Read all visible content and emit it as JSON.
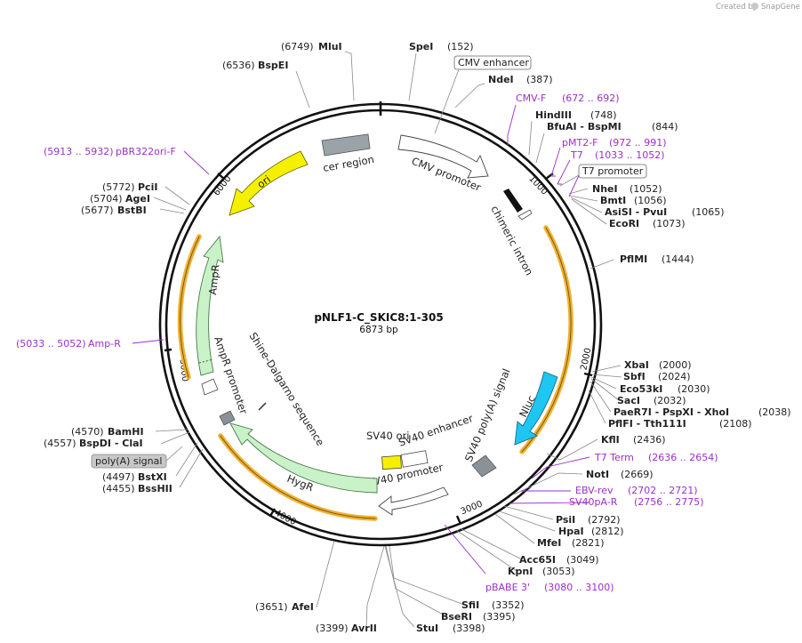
{
  "plasmid": {
    "name": "pNLF1-C_SKIC8:1-305",
    "size_label": "6873 bp",
    "total_bp": 6873
  },
  "credit": {
    "prefix": "Created by",
    "brand": "SnapGene"
  },
  "ticks": [
    "1000",
    "2000",
    "3000",
    "4000",
    "5000",
    "6000"
  ],
  "features": [
    {
      "name": "cer region",
      "type": "box",
      "color": "#9aa3a8"
    },
    {
      "name": "CMV promoter",
      "type": "arrow",
      "color": "#ffffff"
    },
    {
      "name": "chimeric intron",
      "type": "box",
      "color": "#111111"
    },
    {
      "name": "Nluc",
      "type": "arrow",
      "color": "#1ec6f2"
    },
    {
      "name": "SV40 poly(A) signal",
      "type": "box",
      "color": "#8a9298"
    },
    {
      "name": "SV40 ori",
      "type": "box",
      "color": "#f5f000"
    },
    {
      "name": "SV40 enhancer",
      "type": "box",
      "color": "#ffffff"
    },
    {
      "name": "SV40 promoter",
      "type": "arrow",
      "color": "#ffffff"
    },
    {
      "name": "HygR",
      "type": "arrow",
      "color": "#c9f2c9"
    },
    {
      "name": "Shine-Dalgarno sequence",
      "type": "mark",
      "color": "#444444"
    },
    {
      "name": "AmpR promoter",
      "type": "arrow",
      "color": "#ffffff"
    },
    {
      "name": "AmpR",
      "type": "arrow",
      "color": "#c9f2c9"
    },
    {
      "name": "ori",
      "type": "arrow",
      "color": "#f5f000"
    }
  ],
  "sites": [
    {
      "name": "MluI",
      "pos": "(6749)"
    },
    {
      "name": "SpeI",
      "pos": "(152)"
    },
    {
      "name": "BspEI",
      "pos": "(6536)"
    },
    {
      "name": "NdeI",
      "pos": "(387)"
    },
    {
      "name": "HindIII",
      "pos": "(748)"
    },
    {
      "name": "BfuAI - BspMI",
      "pos": "(844)"
    },
    {
      "name": "NheI",
      "pos": "(1052)"
    },
    {
      "name": "BmtI",
      "pos": "(1056)"
    },
    {
      "name": "AsiSI - PvuI",
      "pos": "(1065)"
    },
    {
      "name": "EcoRI",
      "pos": "(1073)"
    },
    {
      "name": "PflMI",
      "pos": "(1444)"
    },
    {
      "name": "XbaI",
      "pos": "(2000)"
    },
    {
      "name": "SbfI",
      "pos": "(2024)"
    },
    {
      "name": "Eco53kI",
      "pos": "(2030)"
    },
    {
      "name": "SacI",
      "pos": "(2032)"
    },
    {
      "name": "PaeR7I - PspXI - XhoI",
      "pos": "(2038)"
    },
    {
      "name": "PflFI - Tth111I",
      "pos": "(2108)"
    },
    {
      "name": "KflI",
      "pos": "(2436)"
    },
    {
      "name": "NotI",
      "pos": "(2669)"
    },
    {
      "name": "PsiI",
      "pos": "(2792)"
    },
    {
      "name": "HpaI",
      "pos": "(2812)"
    },
    {
      "name": "MfeI",
      "pos": "(2821)"
    },
    {
      "name": "Acc65I",
      "pos": "(3049)"
    },
    {
      "name": "KpnI",
      "pos": "(3053)"
    },
    {
      "name": "SfiI",
      "pos": "(3352)"
    },
    {
      "name": "BseRI",
      "pos": "(3395)"
    },
    {
      "name": "StuI",
      "pos": "(3398)"
    },
    {
      "name": "AvrII",
      "pos": "(3399)"
    },
    {
      "name": "AfeI",
      "pos": "(3651)"
    },
    {
      "name": "BssHII",
      "pos": "(4455)"
    },
    {
      "name": "BstXI",
      "pos": "(4497)"
    },
    {
      "name": "BspDI - ClaI",
      "pos": "(4557)"
    },
    {
      "name": "BamHI",
      "pos": "(4570)"
    },
    {
      "name": "BstBI",
      "pos": "(5677)"
    },
    {
      "name": "AgeI",
      "pos": "(5704)"
    },
    {
      "name": "PciI",
      "pos": "(5772)"
    }
  ],
  "primers": [
    {
      "name": "CMV-F",
      "range": "(672 .. 692)"
    },
    {
      "name": "pMT2-F",
      "range": "(972 .. 991)"
    },
    {
      "name": "T7",
      "range": "(1033 .. 1052)"
    },
    {
      "name": "T7 Term",
      "range": "(2636 .. 2654)"
    },
    {
      "name": "EBV-rev",
      "range": "(2702 .. 2721)"
    },
    {
      "name": "SV40pA-R",
      "range": "(2756 .. 2775)"
    },
    {
      "name": "pBABE 3'",
      "range": "(3080 .. 3100)"
    },
    {
      "name": "Amp-R",
      "range": "(5033 .. 5052)"
    },
    {
      "name": "pBR322ori-F",
      "range": "(5913 .. 5932)"
    }
  ],
  "boxed_labels": {
    "cmv_enhancer": "CMV enhancer",
    "t7_promoter": "T7 promoter",
    "polya_signal": "poly(A) signal"
  },
  "colors": {
    "primer": "#9b30c8",
    "orf_highlight": "#f0b030",
    "backbone": "#111111"
  }
}
